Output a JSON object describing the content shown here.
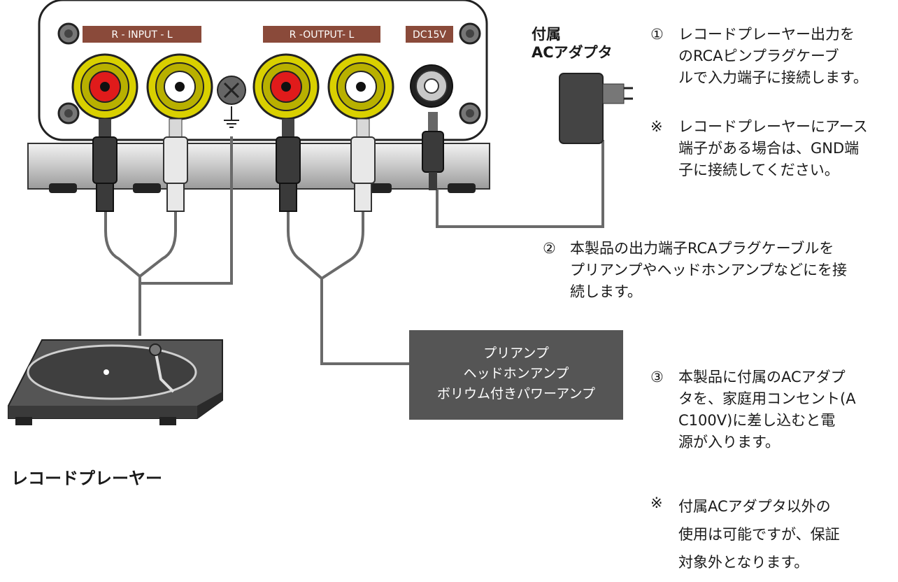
{
  "panel": {
    "input_label": "R - INPUT - L",
    "output_label": "R -OUTPUT- L",
    "dc_label": "DC15V"
  },
  "adapter": {
    "title_line1": "付属",
    "title_line2": "ACアダプタ"
  },
  "notes": {
    "n1": {
      "num": "①",
      "lines": [
        "レコードプレーヤー出力を",
        "のRCAピンプラグケーブ",
        "ルで入力端子に接続します。"
      ]
    },
    "n1_note": {
      "mark": "※",
      "lines": [
        "レコードプレーヤーにアース",
        "端子がある場合は、GND端",
        "子に接続してください。"
      ]
    },
    "n2": {
      "num": "②",
      "lines": [
        "本製品の出力端子RCAプラグケーブルを",
        "プリアンプやヘッドホンアンプなどにを接",
        "続します。"
      ]
    },
    "n3": {
      "num": "③",
      "lines": [
        "本製品に付属のACアダプ",
        "タを、家庭用コンセント(A",
        "C100V)に差し込むと電",
        "源が入ります。"
      ]
    },
    "n3_note": {
      "mark": "※",
      "lines": [
        "付属ACアダプタ以外の",
        "使用は可能ですが、保証",
        "対象外となります。"
      ]
    }
  },
  "amp_box": {
    "lines": [
      "プリアンプ",
      "ヘッドホンアンプ",
      "ボリウム付きパワーアンプ"
    ]
  },
  "turntable_label": "レコードプレーヤー",
  "colors": {
    "jack_red": "#e01b1b",
    "jack_yellow": "#d9d000",
    "plate_label_bg": "#8a4a3a",
    "amp_box_bg": "#555555",
    "cable": "#6a6a6a"
  }
}
